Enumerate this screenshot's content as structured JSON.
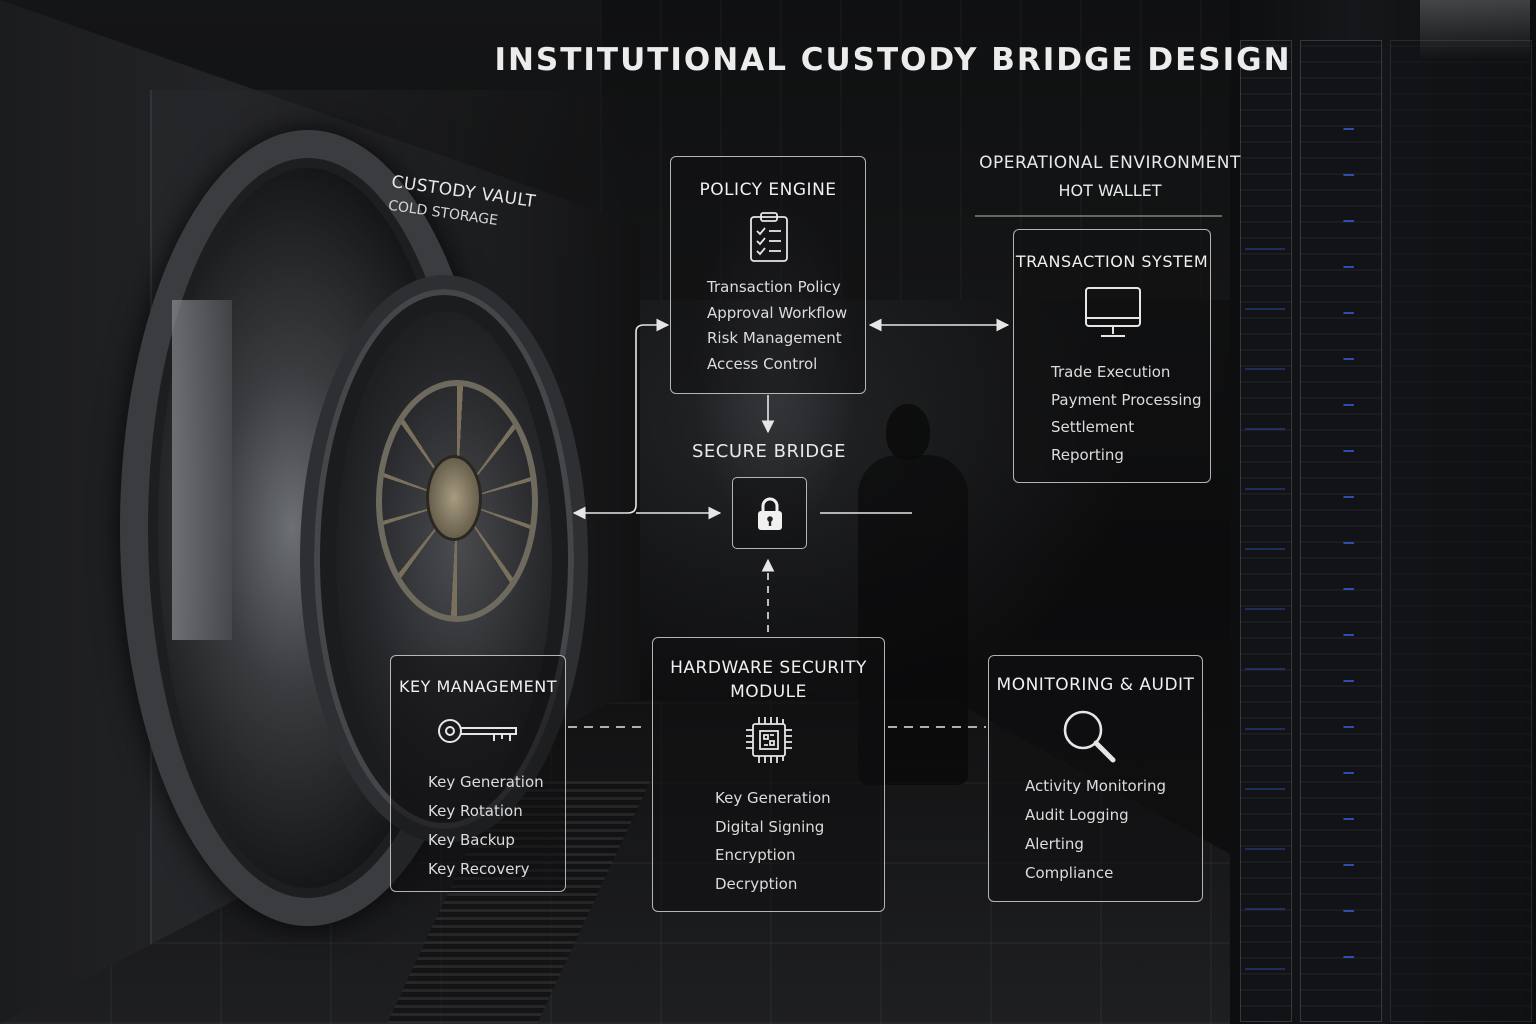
{
  "title": "INSTITUTIONAL CUSTODY BRIDGE DESIGN",
  "vault_label": {
    "line1": "CUSTODY VAULT",
    "line2": "COLD STORAGE"
  },
  "operational_env": {
    "line1": "OPERATIONAL ENVIRONMENT",
    "line2": "HOT WALLET"
  },
  "policy_engine": {
    "title": "POLICY ENGINE",
    "icon": "checklist-icon",
    "items": [
      "Transaction Policy",
      "Approval Workflow",
      "Risk Management",
      "Access Control"
    ]
  },
  "transaction_system": {
    "title": "TRANSACTION SYSTEM",
    "icon": "monitor-icon",
    "items": [
      "Trade Execution",
      "Payment Processing",
      "Settlement",
      "Reporting"
    ]
  },
  "secure_bridge": {
    "title": "SECURE BRIDGE",
    "icon": "lock-icon"
  },
  "key_management": {
    "title": "KEY MANAGEMENT",
    "icon": "key-icon",
    "items": [
      "Key Generation",
      "Key Rotation",
      "Key Backup",
      "Key Recovery"
    ]
  },
  "hsm": {
    "title_line1": "HARDWARE SECURITY",
    "title_line2": "MODULE",
    "icon": "chip-icon",
    "items": [
      "Key Generation",
      "Digital Signing",
      "Encryption",
      "Decryption"
    ]
  },
  "monitoring": {
    "title": "MONITORING & AUDIT",
    "icon": "magnifier-icon",
    "items": [
      "Activity Monitoring",
      "Audit Logging",
      "Alerting",
      "Compliance"
    ]
  },
  "colors": {
    "line": "#e6e6e6",
    "led": "#3c6eff",
    "background": "#0b0b0c"
  }
}
